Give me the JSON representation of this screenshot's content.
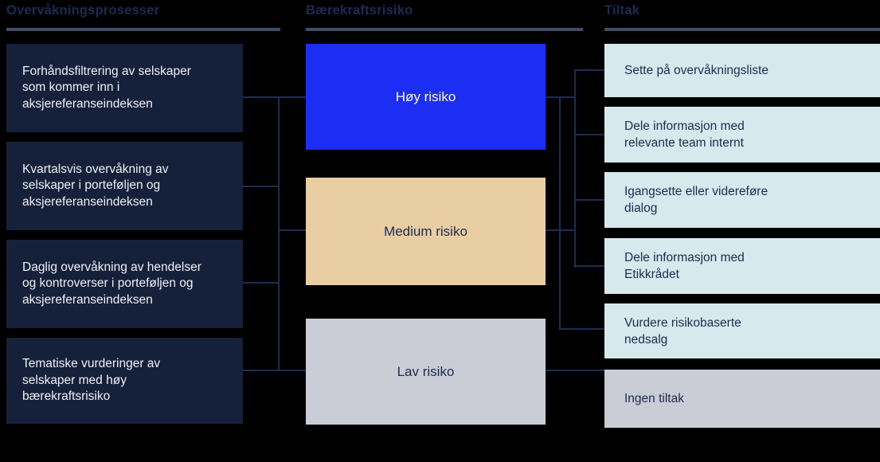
{
  "headers": {
    "processes": "Overvåkningsprosesser",
    "risk": "Bærekraftsrisiko",
    "actions": "Tiltak"
  },
  "processes": {
    "items": [
      {
        "label": "Forhåndsfiltrering av selskaper\nsom kommer inn i\naksjereferanseindeksen"
      },
      {
        "label": "Kvartalsvis overvåkning av\nselskaper i porteføljen og\naksjereferanseindeksen"
      },
      {
        "label": "Daglig overvåkning  av hendelser\nog kontroverser i porteføljen og\naksjereferanseindeksen"
      },
      {
        "label": "Tematiske vurderinger av\nselskaper med høy\nbærekraftsrisiko"
      }
    ]
  },
  "risks": {
    "items": [
      {
        "label": "Høy risiko",
        "level": "high",
        "color": "#1C2DF4"
      },
      {
        "label": "Medium risiko",
        "level": "medium",
        "color": "#E9CEA3"
      },
      {
        "label": "Lav risiko",
        "level": "low",
        "color": "#CACDD5"
      }
    ]
  },
  "actions": {
    "items": [
      {
        "label": "Sette på overvåkningsliste"
      },
      {
        "label": "Dele informasjon med\nrelevante team internt"
      },
      {
        "label": "Igangsette eller videreføre\ndialog"
      },
      {
        "label": "Dele informasjon med\nEtikkrådet"
      },
      {
        "label": "Vurdere risikobaserte\nnedsalg"
      },
      {
        "label": "Ingen tiltak",
        "variant": "none"
      }
    ]
  },
  "colors": {
    "background": "#000000",
    "process_box": "#15203A",
    "process_text": "#F0F1F3",
    "risk_high": "#1C2DF4",
    "risk_medium": "#E9CEA3",
    "risk_low": "#CACDD5",
    "action_box": "#D6E9EC",
    "action_none": "#CACDD5",
    "dark_navy_text": "#1E2B4D",
    "header_text": "#1C2B52",
    "header_underline": "#414D64",
    "connector": "#1E2C52"
  }
}
